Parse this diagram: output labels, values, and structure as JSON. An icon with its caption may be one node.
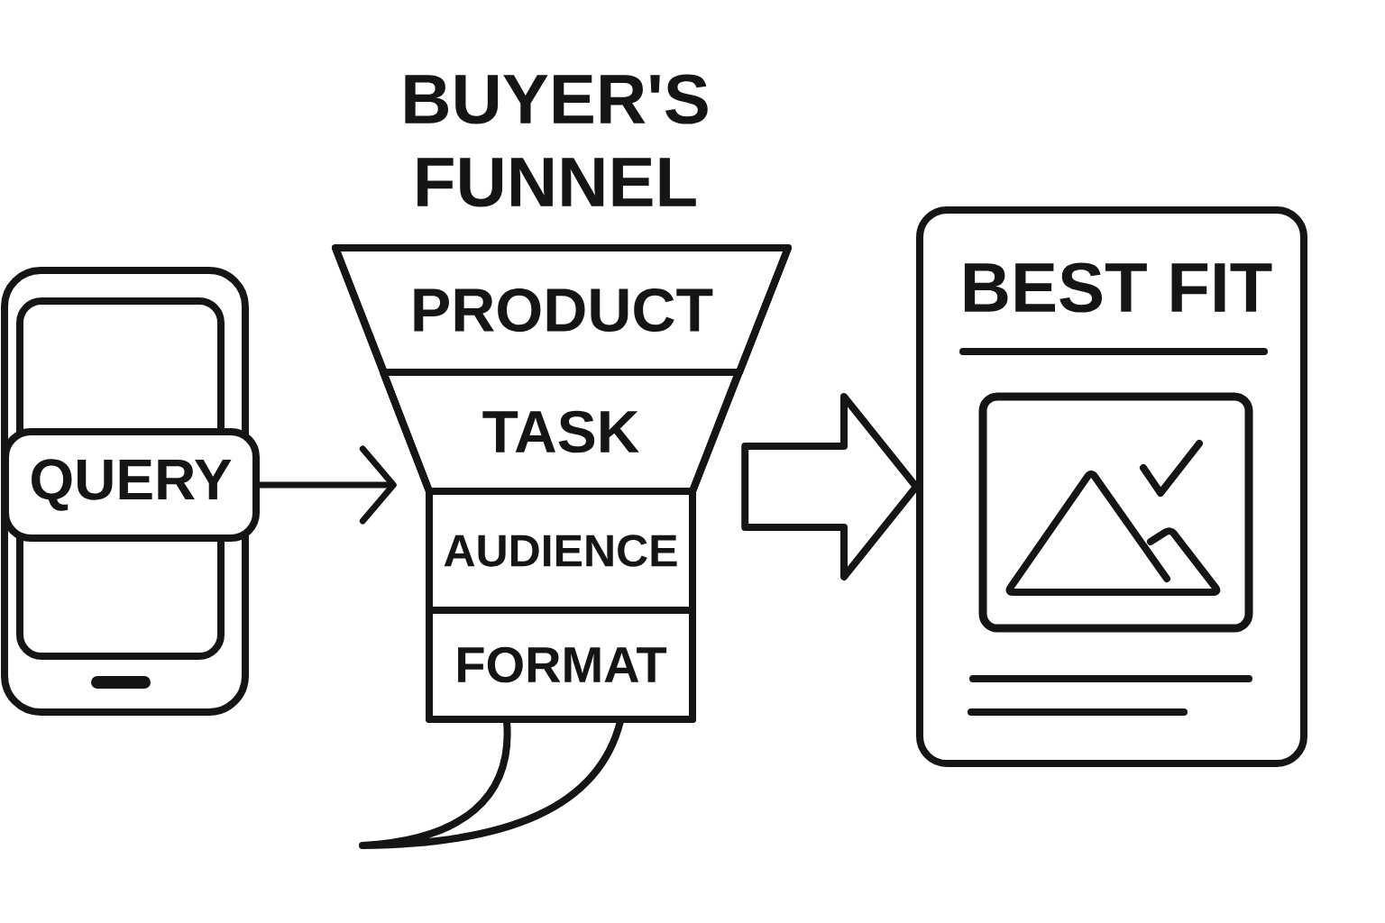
{
  "diagram": {
    "nodes": [
      {
        "text": [
          "QUERY"
        ]
      },
      {
        "text": [
          "BUYER'S FUNNEL"
        ]
      },
      {
        "text": [
          "PRODUCT"
        ],
        "in": 1
      },
      {
        "text": [
          "TASK"
        ],
        "in": 1
      },
      {
        "text": [
          "AUDIENCE"
        ],
        "in": 1
      },
      {
        "text": [
          "FORMAT"
        ],
        "in": 1
      },
      {
        "text": [
          "BEST FIT"
        ]
      }
    ],
    "edges": [
      {
        "from": 0,
        "to": 1,
        "arrow": "to"
      },
      {
        "from": 1,
        "to": 6,
        "arrow": "to",
        "style": "thick"
      }
    ]
  }
}
